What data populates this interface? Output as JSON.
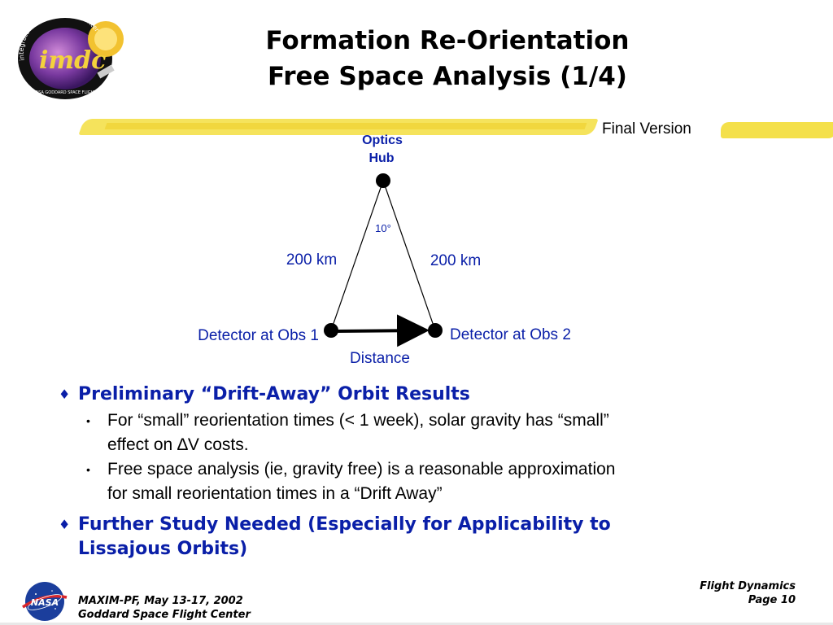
{
  "logo": {
    "text": "imdc",
    "ring_text": "integrated mission design center",
    "bottom_text": "NASA GODDARD SPACE FLIGHT CENTER"
  },
  "title": {
    "line1": "Formation Re-Orientation",
    "line2": "Free Space Analysis (1/4)"
  },
  "status": "Final Version",
  "diagram": {
    "hub_label_line1": "Optics",
    "hub_label_line2": "Hub",
    "angle_label": "10°",
    "left_leg_label": "200 km",
    "right_leg_label": "200 km",
    "left_node_label": "Detector at  Obs 1",
    "right_node_label": "Detector at Obs 2",
    "base_label": "Distance"
  },
  "bullets": [
    {
      "text": "Preliminary “Drift-Away” Orbit Results",
      "sub": [
        {
          "line1": "For “small” reorientation times (< 1 week), solar gravity has “small”",
          "line2": "effect on ∆V costs."
        },
        {
          "line1": "Free space analysis (ie, gravity free) is a reasonable approximation",
          "line2": "for small reorientation times in a “Drift Away”"
        }
      ]
    },
    {
      "line1": "Further Study Needed (Especially for Applicability to",
      "line2": "Lissajous Orbits)"
    }
  ],
  "footer": {
    "left_line1": "MAXIM-PF, May 13-17, 2002",
    "left_line2": "Goddard Space Flight Center",
    "right_line1": "Flight Dynamics",
    "right_line2": "Page 10",
    "nasa_logo_text": "NASA"
  },
  "colors": {
    "accent_blue": "#0a1fa8",
    "highlighter": "#f4e04a"
  }
}
